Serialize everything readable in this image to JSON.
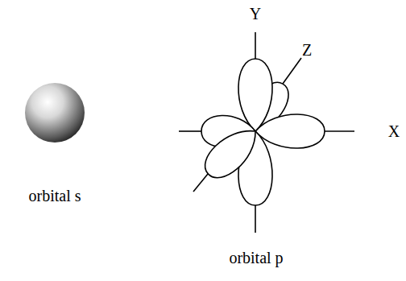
{
  "diagram": {
    "labels": [
      "Y",
      "Z",
      "X",
      "orbital s",
      "orbital p"
    ]
  }
}
